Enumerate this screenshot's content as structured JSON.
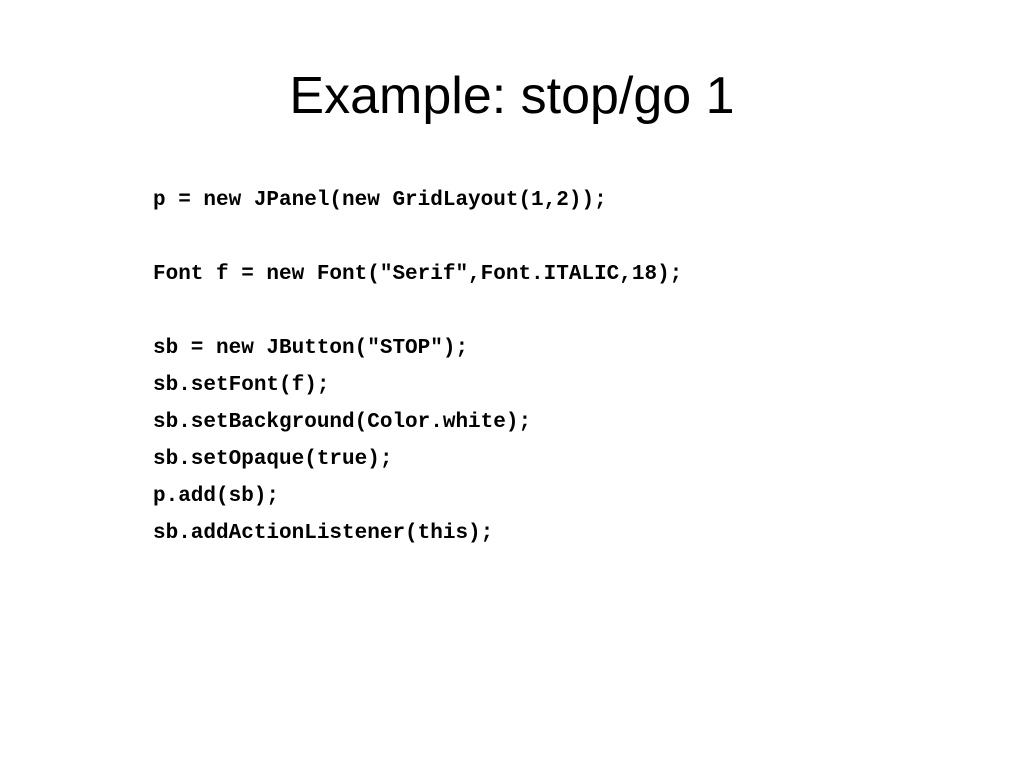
{
  "slide": {
    "title": "Example: stop/go 1",
    "code_lines": [
      "p = new JPanel(new GridLayout(1,2));",
      "",
      "Font f = new Font(\"Serif\",Font.ITALIC,18);",
      "",
      "sb = new JButton(\"STOP\");",
      "sb.setFont(f);",
      "sb.setBackground(Color.white);",
      "sb.setOpaque(true);",
      "p.add(sb);",
      "sb.addActionListener(this);"
    ]
  }
}
